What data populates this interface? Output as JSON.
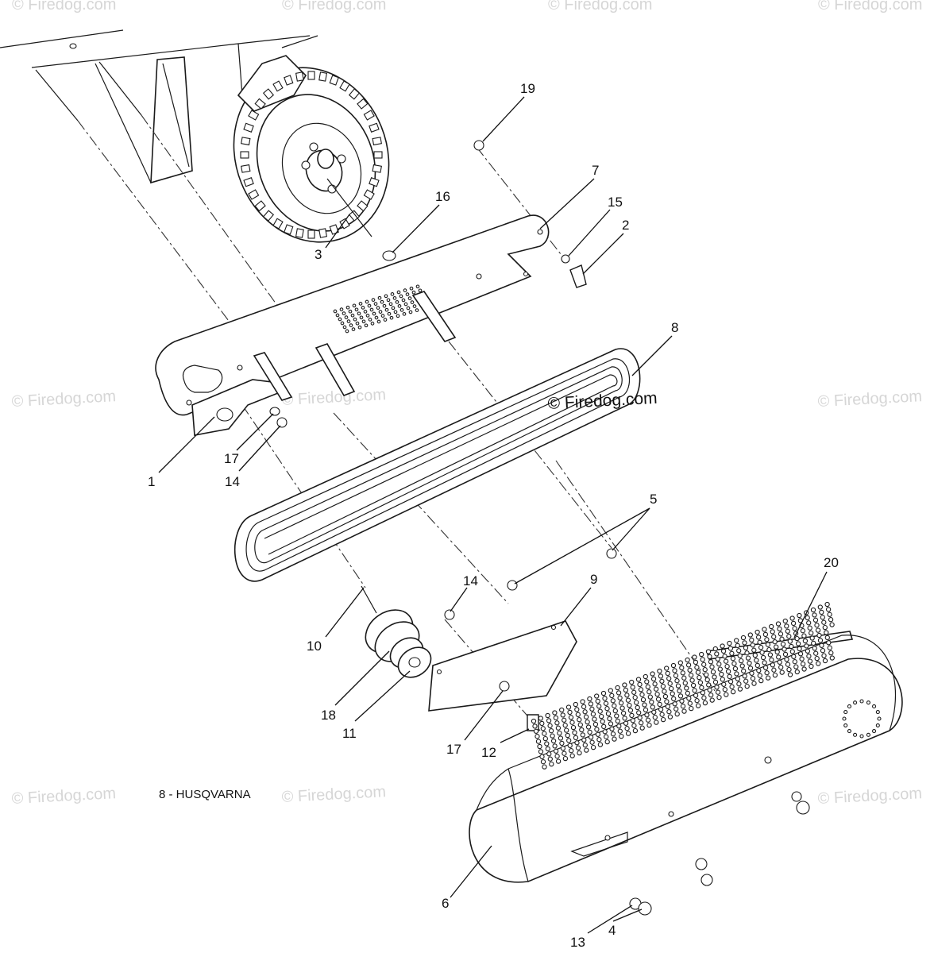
{
  "watermark": "© Firedog.com",
  "copyright": "© Firedog.com",
  "caption": "8 - HUSQVARNA",
  "callouts": [
    "1",
    "2",
    "3",
    "4",
    "5",
    "6",
    "7",
    "8",
    "9",
    "10",
    "11",
    "12",
    "13",
    "14",
    "15",
    "16",
    "17",
    "18",
    "19",
    "20"
  ],
  "callout_instances": [
    {
      "id": "c19",
      "text": "19"
    },
    {
      "id": "c7",
      "text": "7"
    },
    {
      "id": "c16",
      "text": "16"
    },
    {
      "id": "c15",
      "text": "15"
    },
    {
      "id": "c2",
      "text": "2"
    },
    {
      "id": "c3",
      "text": "3"
    },
    {
      "id": "c8",
      "text": "8"
    },
    {
      "id": "c1",
      "text": "1"
    },
    {
      "id": "c17a",
      "text": "17"
    },
    {
      "id": "c14a",
      "text": "14"
    },
    {
      "id": "c5",
      "text": "5"
    },
    {
      "id": "c20",
      "text": "20"
    },
    {
      "id": "c14b",
      "text": "14"
    },
    {
      "id": "c9",
      "text": "9"
    },
    {
      "id": "c10",
      "text": "10"
    },
    {
      "id": "c18",
      "text": "18"
    },
    {
      "id": "c11",
      "text": "11"
    },
    {
      "id": "c17b",
      "text": "17"
    },
    {
      "id": "c12",
      "text": "12"
    },
    {
      "id": "c6",
      "text": "6"
    },
    {
      "id": "c13",
      "text": "13"
    },
    {
      "id": "c4",
      "text": "4"
    }
  ]
}
